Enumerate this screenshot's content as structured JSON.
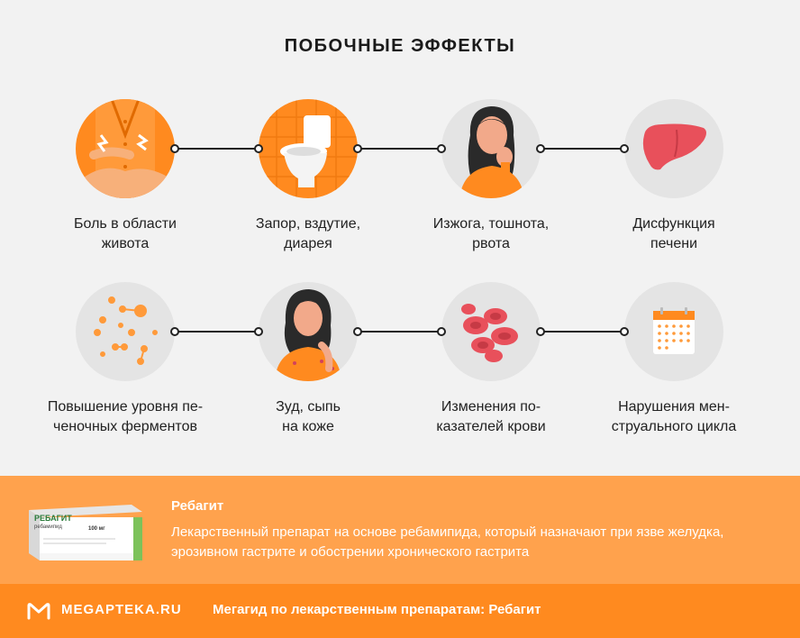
{
  "title": "ПОБОЧНЫЕ ЭФФЕКТЫ",
  "row1": [
    {
      "label": "Боль в области живота",
      "line1": "Боль в области",
      "line2": "живота",
      "icon": "stomach-pain-icon"
    },
    {
      "label": "Запор, вздутие, диарея",
      "line1": "Запор, вздутие,",
      "line2": "диарея",
      "icon": "toilet-icon"
    },
    {
      "label": "Изжога, тошнота, рвота",
      "line1": "Изжога, тошнота,",
      "line2": "рвота",
      "icon": "nausea-woman-icon"
    },
    {
      "label": "Дисфункция печени",
      "line1": "Дисфункция",
      "line2": "печени",
      "icon": "liver-icon"
    }
  ],
  "row2": [
    {
      "line1": "Повышение уровня пе-",
      "line2": "ченочных ферментов",
      "icon": "enzymes-icon"
    },
    {
      "line1": "Зуд, сыпь",
      "line2": "на коже",
      "icon": "itching-woman-icon"
    },
    {
      "line1": "Изменения по-",
      "line2": "казателей крови",
      "icon": "blood-cells-icon"
    },
    {
      "line1": "Нарушения мен-",
      "line2": "струального цикла",
      "icon": "calendar-icon"
    }
  ],
  "drug": {
    "name": "Ребагит",
    "pack_name": "РЕБАГИТ",
    "pack_sub": "ребамипид",
    "pack_dose": "100 мг",
    "description": "Лекарственный препарат на основе ребамипида, который назначают при язве желудка, эрозивном гастрите и обострении хронического гастрита"
  },
  "footer": {
    "logo": "MEGAPTEKA.RU",
    "text": "Мегагид по лекарственным препаратам: Ребагит"
  },
  "colors": {
    "accent": "#ff8a1f",
    "accent_light": "#ffa24d",
    "circle_bg": "#e4e4e4"
  }
}
